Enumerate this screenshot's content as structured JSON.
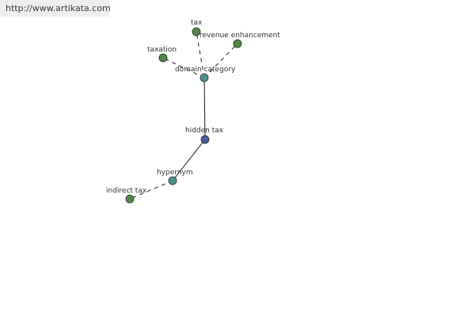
{
  "banner": {
    "url": "http://www.artikata.com"
  },
  "colors": {
    "center_node": "#4a5a9a",
    "relation_node": "#4e8f8c",
    "term_node": "#4f8a45"
  },
  "nodes": [
    {
      "id": "hidden-tax",
      "label": "hidden tax",
      "kind": "center"
    },
    {
      "id": "domain-category",
      "label": "domain category",
      "kind": "relation"
    },
    {
      "id": "hypernym",
      "label": "hypernym",
      "kind": "relation"
    },
    {
      "id": "tax",
      "label": "tax",
      "kind": "term"
    },
    {
      "id": "revenue-enhancement",
      "label": "revenue enhancement",
      "kind": "term"
    },
    {
      "id": "taxation",
      "label": "taxation",
      "kind": "term"
    },
    {
      "id": "indirect-tax",
      "label": "indirect tax",
      "kind": "term"
    }
  ],
  "edges": [
    {
      "from": "hidden-tax",
      "to": "domain-category",
      "style": "solid"
    },
    {
      "from": "hidden-tax",
      "to": "hypernym",
      "style": "solid"
    },
    {
      "from": "domain-category",
      "to": "tax",
      "style": "dashed"
    },
    {
      "from": "domain-category",
      "to": "revenue-enhancement",
      "style": "dashed"
    },
    {
      "from": "domain-category",
      "to": "taxation",
      "style": "dashed"
    },
    {
      "from": "hypernym",
      "to": "indirect-tax",
      "style": "dashed"
    }
  ]
}
